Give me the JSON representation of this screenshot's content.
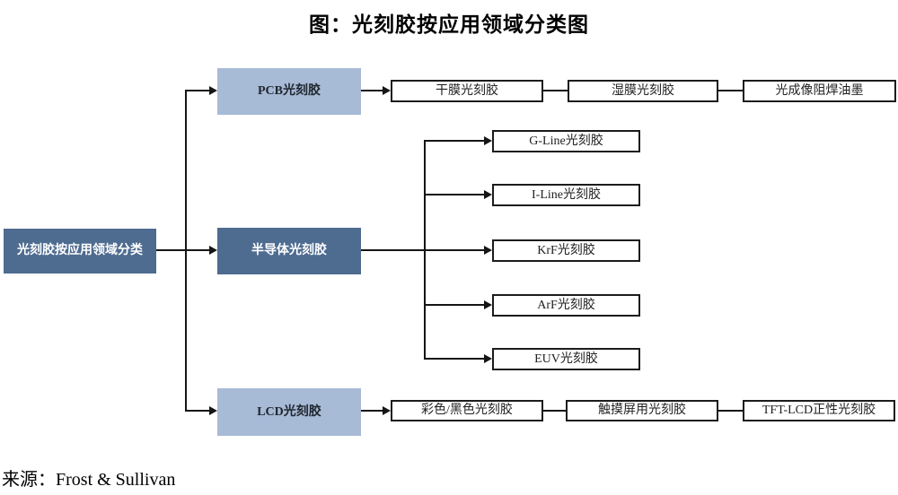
{
  "title": "图：光刻胶按应用领域分类图",
  "source": "来源：Frost & Sullivan",
  "colors": {
    "dark_blue": "#4e6b90",
    "light_blue": "#a7bad6",
    "line_black": "#151515",
    "white_box_border": "#1c1c1c"
  },
  "root": {
    "label": "光刻胶按应用领域分类"
  },
  "branches": [
    {
      "label": "PCB光刻胶",
      "style": "light",
      "children": [
        "干膜光刻胶",
        "湿膜光刻胶",
        "光成像阻焊油墨"
      ]
    },
    {
      "label": "半导体光刻胶",
      "style": "dark",
      "children": [
        "G-Line光刻胶",
        "I-Line光刻胶",
        "KrF光刻胶",
        "ArF光刻胶",
        "EUV光刻胶"
      ]
    },
    {
      "label": "LCD光刻胶",
      "style": "light",
      "children": [
        "彩色/黑色光刻胶",
        "触摸屏用光刻胶",
        "TFT-LCD正性光刻胶"
      ]
    }
  ]
}
